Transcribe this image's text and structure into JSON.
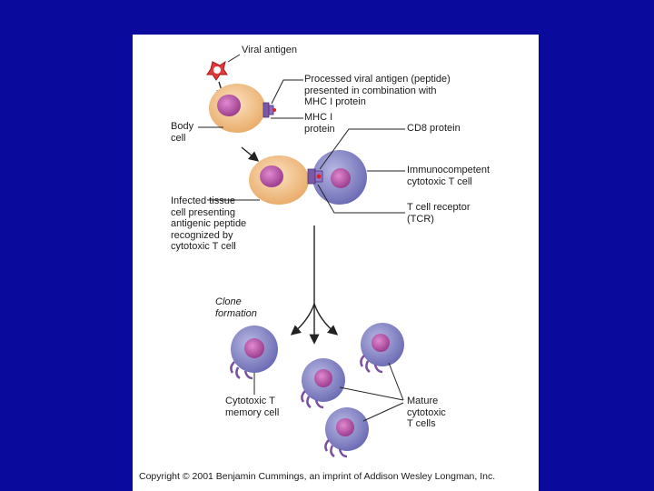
{
  "colors": {
    "background": "#0a0a9c",
    "panel": "#ffffff",
    "body_cell": "#f0c08a",
    "tcell": "#8d8dc6",
    "nucleus": "#b04f9e",
    "receptor": "#7a4ea0",
    "antigen": "#c02828",
    "line": "#222222"
  },
  "labels": {
    "viral_antigen": "Viral antigen",
    "processed_antigen": "Processed viral antigen (peptide)\npresented in combination with\nMHC I protein",
    "mhc_protein": "MHC I\nprotein",
    "body_cell": "Body\ncell",
    "cd8": "CD8 protein",
    "immunocompetent": "Immunocompetent\ncytotoxic T cell",
    "infected": "Infected tissue\ncell presenting\nantigenic peptide\nrecognized by\ncytotoxic T cell",
    "tcr": "T cell receptor\n(TCR)",
    "clone": "Clone\nformation",
    "memory": "Cytotoxic T\nmemory cell",
    "mature": "Mature\ncytotoxic\nT cells"
  },
  "copyright": "Copyright © 2001 Benjamin Cummings, an imprint of Addison Wesley Longman, Inc."
}
